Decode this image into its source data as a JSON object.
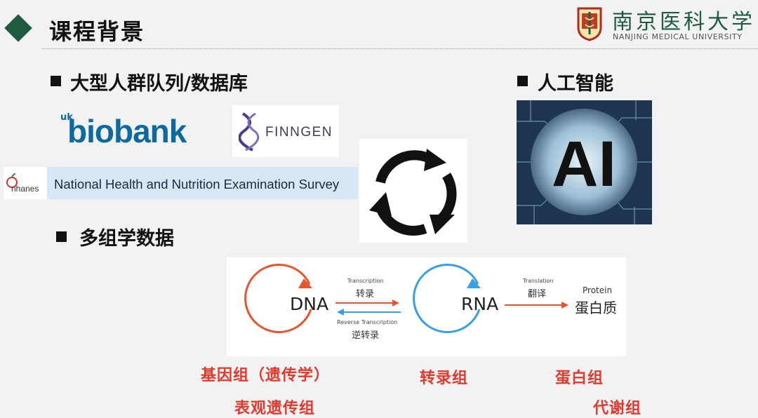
{
  "slide": {
    "title": "课程背景",
    "university_cn": "南京医科大学",
    "university_en": "NANJING MEDICAL UNIVERSITY"
  },
  "section_cohort": {
    "heading": "大型人群队列/数据库",
    "ukbiobank_prefix": "uk",
    "ukbiobank_name": "biobank",
    "finngen_name": "FINNGEN",
    "nhanes_logo_text": "nhanes",
    "nhanes_full_name": "National Health and Nutrition Examination Survey"
  },
  "section_ai": {
    "heading": "人工智能",
    "image_text": "AI"
  },
  "section_omics": {
    "heading": "多组学数据",
    "dna": "DNA",
    "rna": "RNA",
    "transcription_en": "Transcription",
    "transcription_cn": "转录",
    "reverse_en": "Reverse  Transcription",
    "reverse_cn": "逆转录",
    "translation_en": "Translation",
    "translation_cn": "翻译",
    "protein_en": "Protein",
    "protein_cn": "蛋白质"
  },
  "labels": {
    "genome": "基因组（遗传学）",
    "transcriptome": "转录组",
    "proteome": "蛋白组",
    "epigenome": "表观遗传组",
    "metabolome": "代谢组"
  },
  "colors": {
    "accent_green": "#1e5b3f",
    "label_red": "#e03a2f",
    "arrow_blue": "#3a9ee0",
    "ukbiobank_blue": "#0d6aa0"
  }
}
